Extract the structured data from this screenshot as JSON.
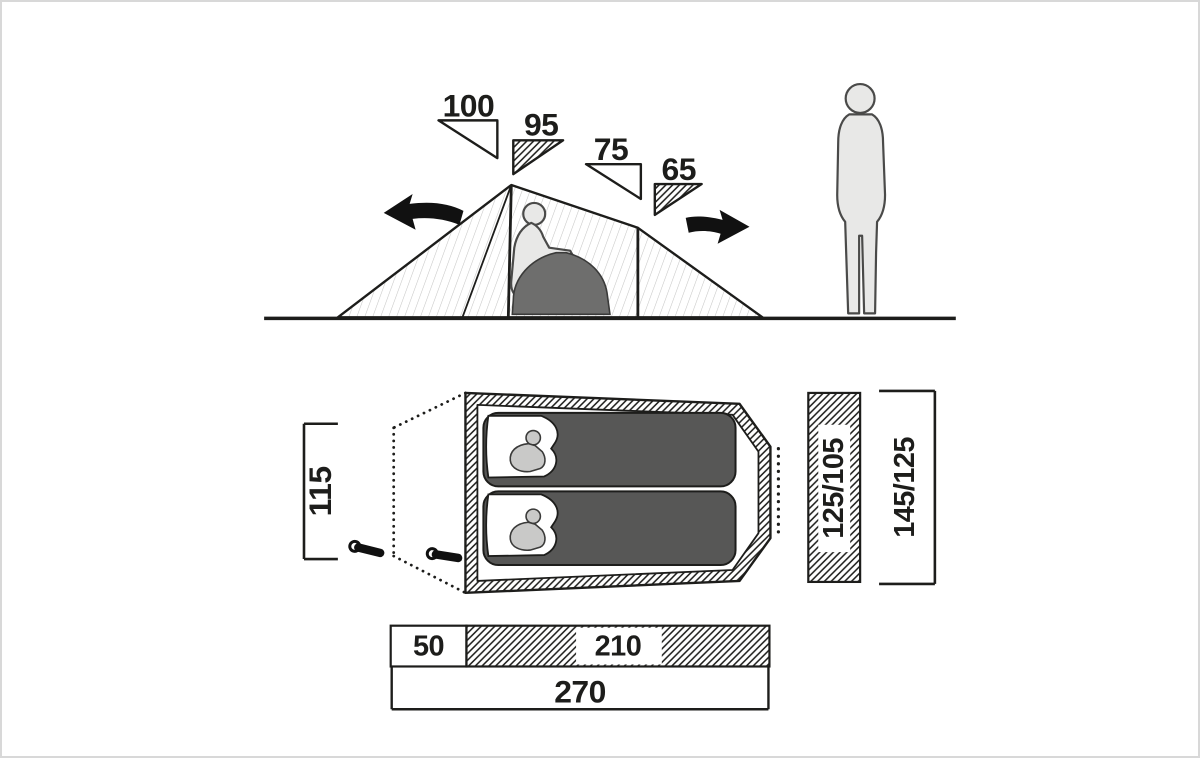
{
  "side_view": {
    "height_markers": [
      {
        "label": "100",
        "style": "outline-triangle"
      },
      {
        "label": "95",
        "style": "hatched-triangle"
      },
      {
        "label": "75",
        "style": "outline-triangle"
      },
      {
        "label": "65",
        "style": "hatched-triangle"
      }
    ],
    "figures": [
      "seated-person",
      "standing-person"
    ],
    "vent_arrows": [
      "left",
      "right"
    ]
  },
  "floor_plan": {
    "dimensions": {
      "left_height": "115",
      "inner_width_band": "125/105",
      "outer_width": "145/125",
      "vestibule_length": "50",
      "inner_length": "210",
      "total_length": "270"
    },
    "sleeping_bags_count": 2,
    "tent_pegs_count": 2
  },
  "colors": {
    "line": "#1d1d1b",
    "silhouette_fill": "#e8e8e7",
    "sleeping_bag_fill": "#575756",
    "background": "#ffffff",
    "frame_border": "#d8d8d8"
  }
}
